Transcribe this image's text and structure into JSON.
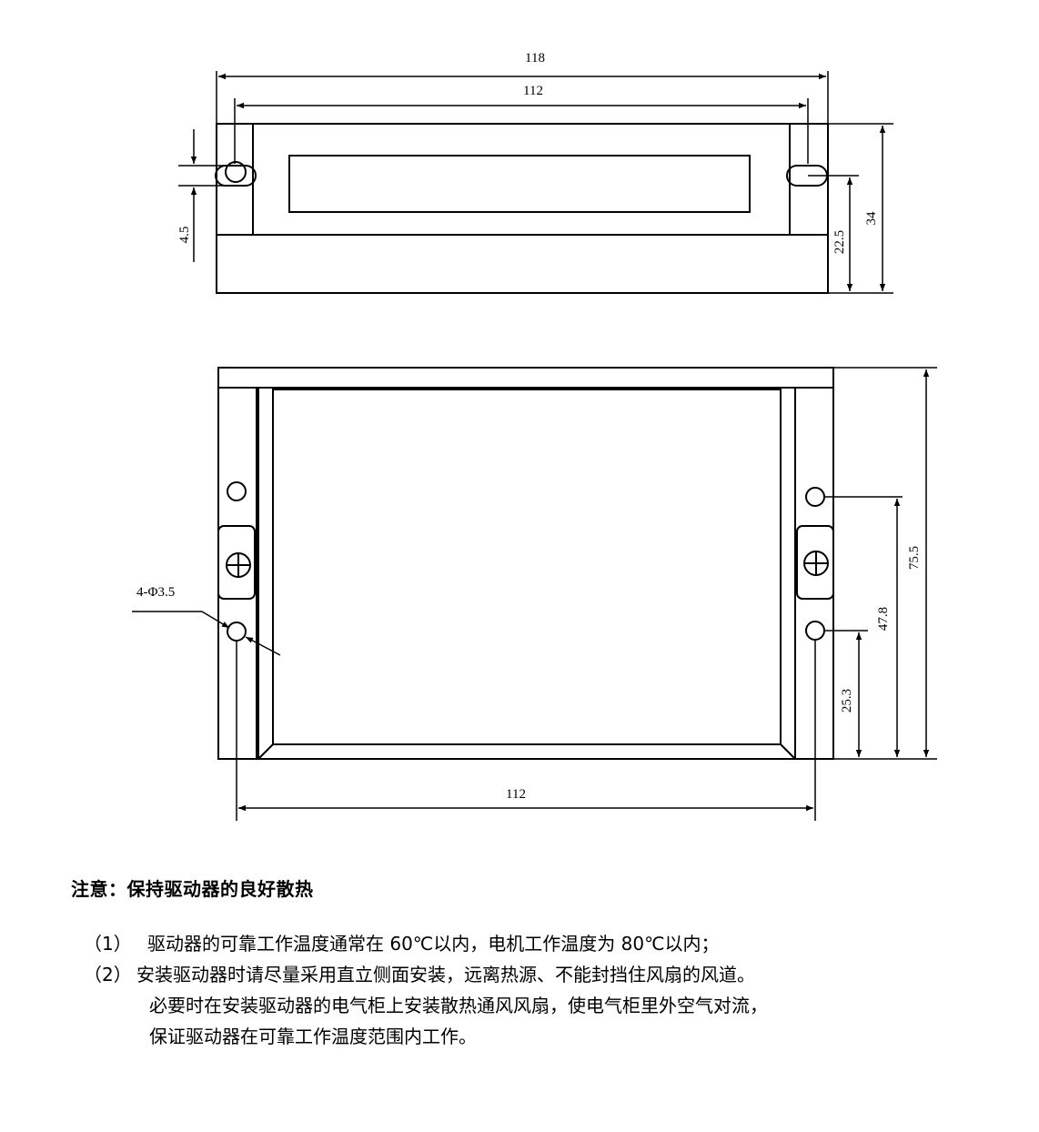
{
  "dimensions": {
    "top_width_outer": "118",
    "top_width_inner": "112",
    "slot_width": "4.5",
    "hole_height": "22.5",
    "side_height": "34",
    "hole_spec": "4-Φ3.5",
    "front_height": "75.5",
    "hole_spacing": "47.8",
    "hole_bottom": "25.3",
    "bottom_width": "112"
  },
  "notice": {
    "title": "注意：保持驱动器的良好散热",
    "items": [
      {
        "num": "（1）",
        "text": "驱动器的可靠工作温度通常在 60℃以内，电机工作温度为 80℃以内；"
      },
      {
        "num": "（2）",
        "text": "安装驱动器时请尽量采用直立侧面安装，远离热源、不能封挡住风扇的风道。"
      }
    ],
    "continuation": [
      "必要时在安装驱动器的电气柜上安装散热通风风扇，使电气柜里外空气对流，",
      "保证驱动器在可靠工作温度范围内工作。"
    ]
  }
}
